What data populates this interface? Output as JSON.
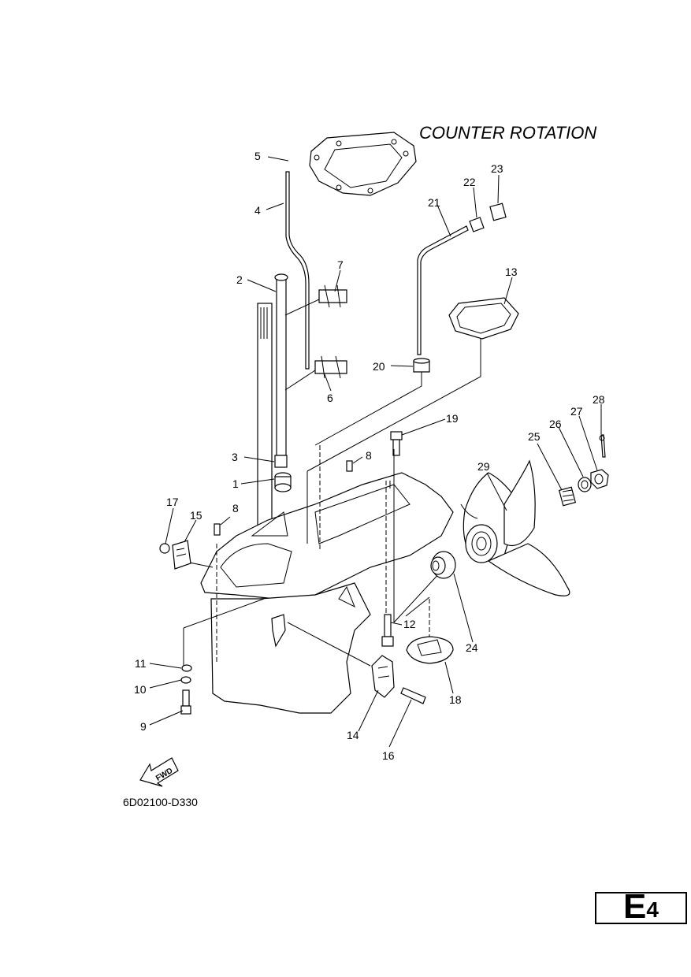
{
  "title": "COUNTER ROTATION",
  "diagram_code": "6D02100-D330",
  "fwd_label": "FWD",
  "page_label": {
    "letter": "E",
    "number": "4"
  },
  "callouts": [
    "1",
    "2",
    "3",
    "4",
    "5",
    "6",
    "7",
    "8",
    "8",
    "9",
    "10",
    "11",
    "12",
    "13",
    "14",
    "15",
    "16",
    "17",
    "18",
    "19",
    "20",
    "21",
    "22",
    "23",
    "24",
    "25",
    "26",
    "27",
    "28",
    "29"
  ]
}
